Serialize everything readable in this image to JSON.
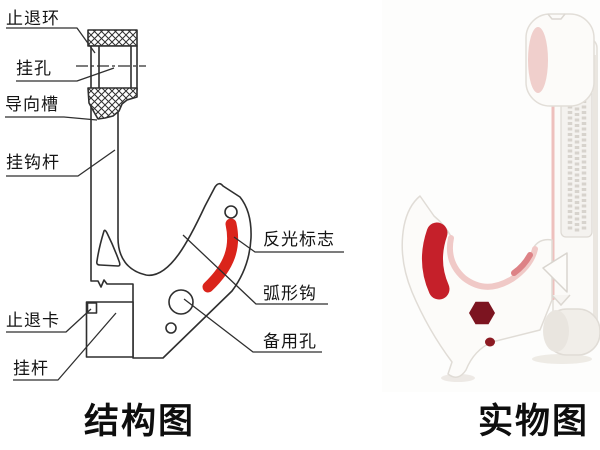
{
  "diagram": {
    "caption": "结构图",
    "labels": {
      "stop_ring": "止退环",
      "hang_hole": "挂孔",
      "guide_groove": "导向槽",
      "hook_rod": "挂钩杆",
      "stop_clip": "止退卡",
      "hang_bar": "挂杆",
      "reflective_mark": "反光标志",
      "arc_hook": "弧形钩",
      "spare_hole": "备用孔"
    },
    "colors": {
      "line": "#2f2f2f",
      "reflective_red": "#da241b"
    }
  },
  "photo": {
    "caption": "实物图",
    "colors": {
      "body_white": "#fcfbf9",
      "sticker_red": "#c5202a",
      "hex_hole": "#7c1420",
      "pink_lining": "#f0c9c7"
    }
  }
}
